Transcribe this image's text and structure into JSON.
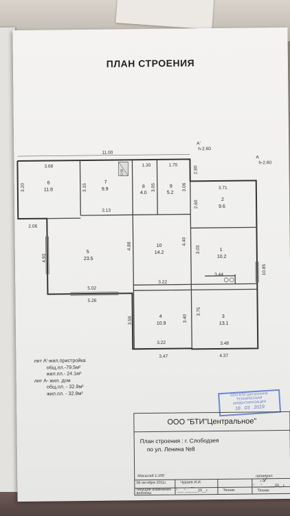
{
  "title": "ПЛАН СТРОЕНИЯ",
  "plan": {
    "overall_width": "11.00",
    "marker_a1_label": "А'",
    "marker_a1_height": "h-2.60",
    "marker_a_label": "А",
    "marker_a_height": "h-2.60",
    "rooms": [
      {
        "number": "6",
        "area": "11.8"
      },
      {
        "number": "7",
        "area": "9.9"
      },
      {
        "number": "8",
        "area": "4.0"
      },
      {
        "number": "9",
        "area": "5.2"
      },
      {
        "number": "2",
        "area": "9.6"
      },
      {
        "number": "5",
        "area": "23.5"
      },
      {
        "number": "10",
        "area": "14.2"
      },
      {
        "number": "1",
        "area": "10.2"
      },
      {
        "number": "4",
        "area": "10.9"
      },
      {
        "number": "3",
        "area": "13.1"
      }
    ],
    "dims": {
      "d_368": "3.68",
      "d_320": "3.20",
      "d_315": "3.15",
      "d_313": "3.13",
      "d_130": "1.30",
      "d_170": "1.70",
      "d_305": "3.05",
      "d_306": "3.06",
      "d_280": "2.80",
      "d_371": "3.71",
      "d_260": "2.60",
      "d_206": "2.06",
      "d_488": "4.88",
      "d_440": "4.40",
      "d_303": "3.03",
      "d_493": "4.93",
      "d_502": "5.02",
      "d_526": "5.26",
      "d_322a": "3.22",
      "d_344": "3.44",
      "d_1085": "10.85",
      "d_359": "3.59",
      "d_340": "3.40",
      "d_375": "3.75",
      "d_322b": "3.22",
      "d_348": "3.48",
      "d_347": "3.47",
      "d_437": "4.37",
      "d_090": "0.90"
    }
  },
  "legend": [
    "лит А'-жил.пристройка",
    "общ.пл.-79.5м²",
    "жил.пл.- 24.1м²",
    "лит А- жил. дом",
    "общ.пл. - 32.9м²",
    "жил.пл. - 32.9м²"
  ],
  "stamp": {
    "line1": "ООО БТИ Центральное",
    "line2": "ТЕХНИЧЕСКАЯ ИНВЕНТАРИЗАЦИЯ",
    "handwritten": "18 . 03 . 2019"
  },
  "title_block": {
    "company": "ООО \"БТИ\"Центральное\"",
    "plan_title": "План строения : г. Слободзея",
    "address": "по ул. Ленина №8",
    "scale": "Масштаб 1:100",
    "date": "06 октября 2011г.",
    "drawn_by": "Чураев И.И.",
    "checked_label": "проверил",
    "changes_label": "текущие изменения внесены",
    "date_blank_1": "\"___\"______20__г.",
    "date_blank_2": "\"___\"______20__г.",
    "role_1": "Техник",
    "role_2": "Техник"
  }
}
